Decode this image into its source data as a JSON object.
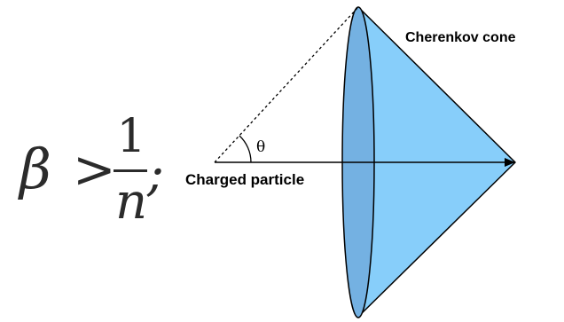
{
  "formula": {
    "lhs": "β",
    "operator": ">",
    "numerator": "1",
    "denominator": "n",
    "terminator": ";"
  },
  "labels": {
    "cone": "Cherenkov cone",
    "particle": "Charged particle",
    "angle": "θ"
  },
  "colors": {
    "cone_fill": "#87CEFA",
    "disc_fill": "#74B1E2",
    "stroke": "#000000"
  }
}
